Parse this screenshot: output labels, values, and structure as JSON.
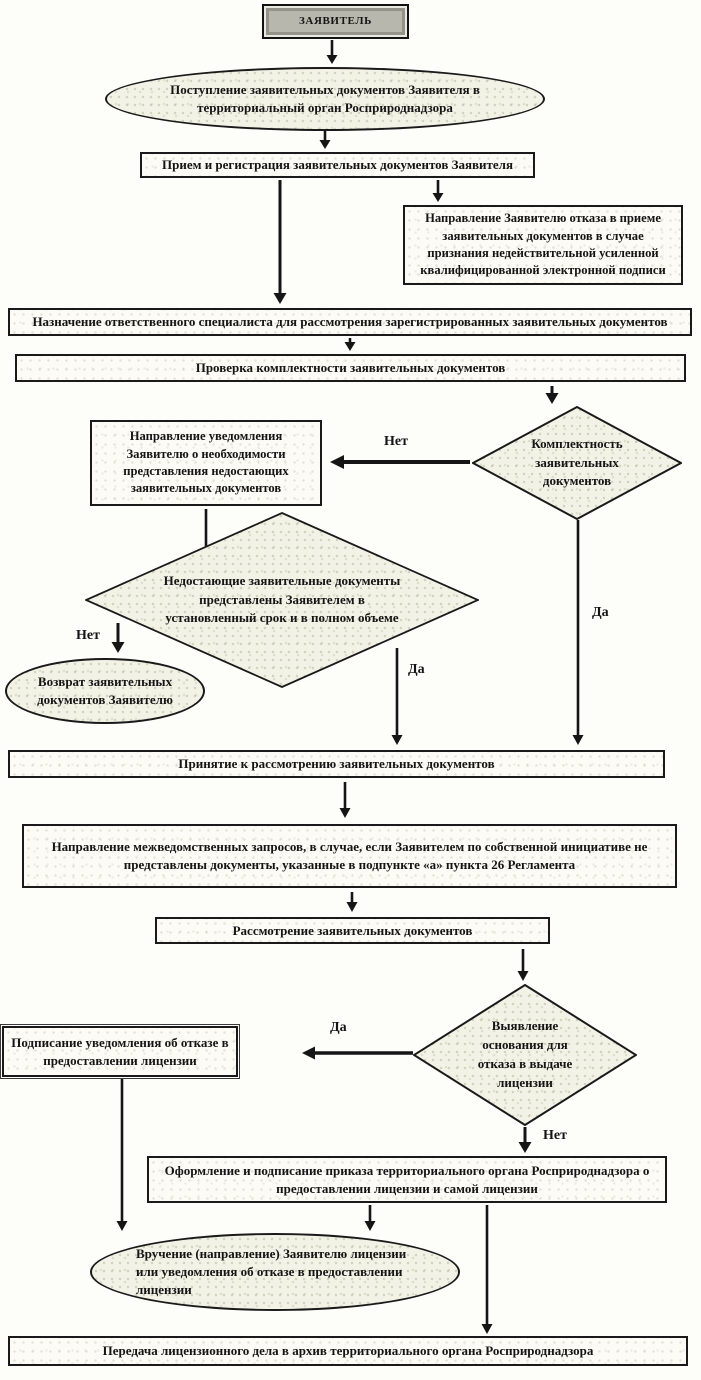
{
  "diagram": {
    "nodes": {
      "applicant": "ЗАЯВИТЕЛЬ",
      "receipt": "Поступление заявительных документов Заявителя  в территориальный орган Росприроднадзора",
      "reception": "Прием и регистрация заявительных документов Заявителя",
      "esign_refusal": "Направление Заявителю отказа в приеме заявительных документов в случае признания недействительной усиленной квалифицированной электронной подписи",
      "assign_specialist": "Назначение ответственного специалиста для рассмотрения зарегистрированных заявительных документов",
      "completeness_check": "Проверка комплектности заявительных документов",
      "notify_missing": "Направление уведомления Заявителю о необходимости представления недостающих заявительных документов",
      "completeness_decision": "Комплектность заявительных документов",
      "missing_docs_decision": "Недостающие заявительные документы  представлены Заявителем в установленный срок и в полном объеме",
      "return_docs": "Возврат заявительных документов Заявителю",
      "accept_for_review": "Принятие к рассмотрению заявительных документов",
      "interagency_requests": "Направление межведомственных запросов, в случае, если Заявителем по собственной инициативе не представлены документы, указанные в подпункте «а» пункта 26 Регламента",
      "review_docs": "Рассмотрение заявительных документов",
      "refusal_grounds_decision": "Выявление основания для отказа в выдаче лицензии",
      "sign_refusal": "Подписание уведомления об отказе в предоставлении лицензии",
      "issue_order": "Оформление и подписание приказа территориального органа Росприроднадзора о предоставлении лицензии и самой лицензии",
      "handover": "Вручение (направление) Заявителю лицензии или уведомления об отказе в предоставлении лицензии",
      "archive": "Передача лицензионного дела в архив территориального органа Росприроднадзора"
    },
    "edge_labels": {
      "yes": "Да",
      "no": "Нет"
    },
    "colors": {
      "ink": "#151515",
      "shape_fill": "#f3f2e6",
      "start_fill": "#b7b7ae"
    }
  }
}
